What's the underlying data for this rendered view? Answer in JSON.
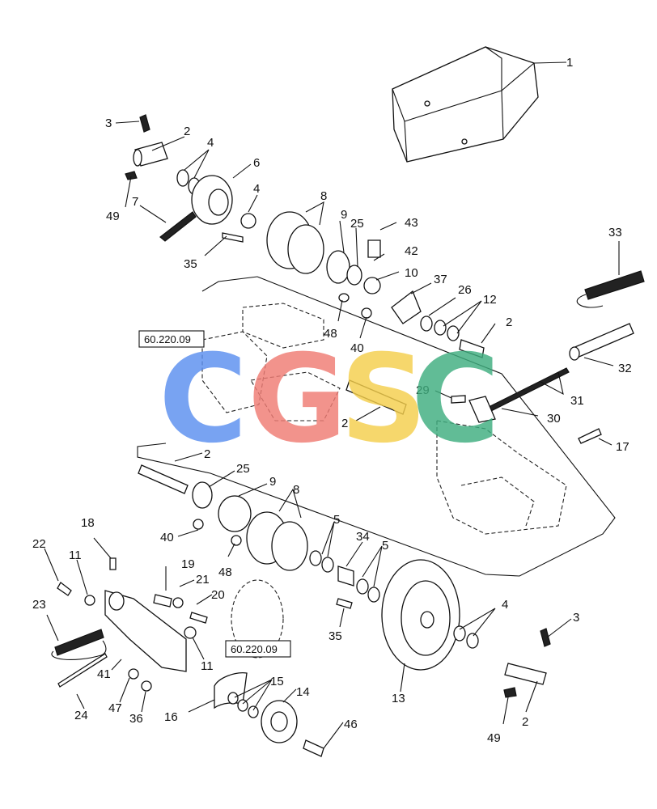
{
  "diagram": {
    "callouts": [
      {
        "id": "c1",
        "label": "1"
      },
      {
        "id": "c3a",
        "label": "3"
      },
      {
        "id": "c2a",
        "label": "2"
      },
      {
        "id": "c4a",
        "label": "4"
      },
      {
        "id": "c6",
        "label": "6"
      },
      {
        "id": "c4b",
        "label": "4"
      },
      {
        "id": "c49a",
        "label": "49"
      },
      {
        "id": "c7",
        "label": "7"
      },
      {
        "id": "c8a",
        "label": "8"
      },
      {
        "id": "c9a",
        "label": "9"
      },
      {
        "id": "c25a",
        "label": "25"
      },
      {
        "id": "c43",
        "label": "43"
      },
      {
        "id": "c42",
        "label": "42"
      },
      {
        "id": "c10",
        "label": "10"
      },
      {
        "id": "c35a",
        "label": "35"
      },
      {
        "id": "c33",
        "label": "33"
      },
      {
        "id": "c37",
        "label": "37"
      },
      {
        "id": "c26",
        "label": "26"
      },
      {
        "id": "c12",
        "label": "12"
      },
      {
        "id": "c2b",
        "label": "2"
      },
      {
        "id": "c48a",
        "label": "48"
      },
      {
        "id": "c40a",
        "label": "40"
      },
      {
        "id": "c32",
        "label": "32"
      },
      {
        "id": "c29",
        "label": "29"
      },
      {
        "id": "c31",
        "label": "31"
      },
      {
        "id": "c30",
        "label": "30"
      },
      {
        "id": "c2c",
        "label": "2"
      },
      {
        "id": "c17",
        "label": "17"
      },
      {
        "id": "c2d",
        "label": "2"
      },
      {
        "id": "c25b",
        "label": "25"
      },
      {
        "id": "c9b",
        "label": "9"
      },
      {
        "id": "c8b",
        "label": "8"
      },
      {
        "id": "c5a",
        "label": "5"
      },
      {
        "id": "c34",
        "label": "34"
      },
      {
        "id": "c5b",
        "label": "5"
      },
      {
        "id": "c40b",
        "label": "40"
      },
      {
        "id": "c48b",
        "label": "48"
      },
      {
        "id": "c18",
        "label": "18"
      },
      {
        "id": "c22",
        "label": "22"
      },
      {
        "id": "c11a",
        "label": "11"
      },
      {
        "id": "c19",
        "label": "19"
      },
      {
        "id": "c21",
        "label": "21"
      },
      {
        "id": "c20",
        "label": "20"
      },
      {
        "id": "c23",
        "label": "23"
      },
      {
        "id": "c11b",
        "label": "11"
      },
      {
        "id": "c35b",
        "label": "35"
      },
      {
        "id": "c4c",
        "label": "4"
      },
      {
        "id": "c3b",
        "label": "3"
      },
      {
        "id": "c41",
        "label": "41"
      },
      {
        "id": "c15",
        "label": "15"
      },
      {
        "id": "c13",
        "label": "13"
      },
      {
        "id": "c24",
        "label": "24"
      },
      {
        "id": "c47",
        "label": "47"
      },
      {
        "id": "c36",
        "label": "36"
      },
      {
        "id": "c16",
        "label": "16"
      },
      {
        "id": "c14",
        "label": "14"
      },
      {
        "id": "c46",
        "label": "46"
      },
      {
        "id": "c49b",
        "label": "49"
      },
      {
        "id": "c2e",
        "label": "2"
      }
    ],
    "references": [
      "60.220.09",
      "60.220.09"
    ],
    "watermark": {
      "letters": [
        "C",
        "G",
        "S",
        "C"
      ],
      "colors": [
        "#5b8ff0",
        "#f07c74",
        "#f5cf4c",
        "#3fae7f"
      ]
    }
  }
}
